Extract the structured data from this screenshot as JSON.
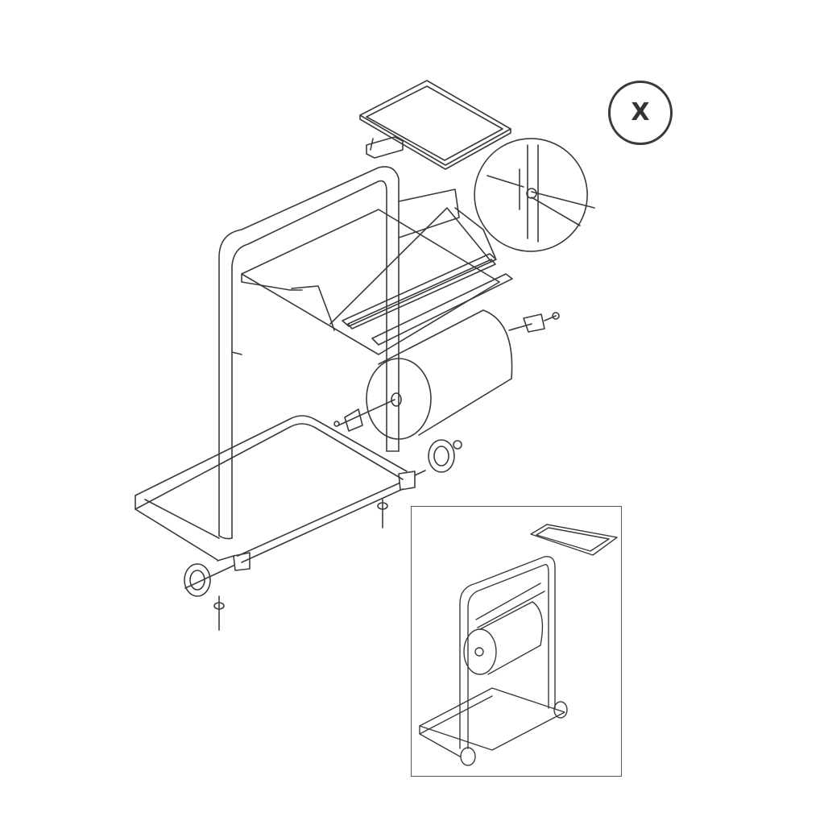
{
  "badge": {
    "label": "X"
  },
  "figure": {
    "parts": [
      "tray",
      "frame",
      "paper-guide",
      "tear-bar",
      "paper-roll",
      "roll-cone",
      "base-frame",
      "wheel",
      "bolt"
    ],
    "detail_callout": "pliers-pin-detail",
    "inset": "assembled-stand"
  },
  "colors": {
    "line": "#3a3a3a",
    "background": "#ffffff"
  }
}
